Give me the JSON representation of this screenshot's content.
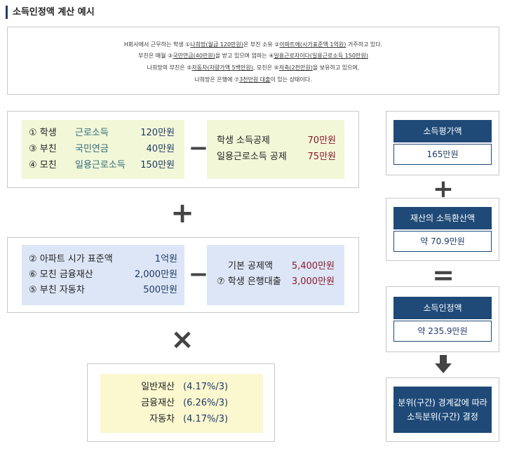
{
  "title": "소득인정액 계산 예시",
  "scenario": {
    "line1": {
      "a": "H회사에서 근무하는 학생 ①",
      "b": "나희망(월급 120만원)",
      "c": "은 부친 소유 ②",
      "d": "아파트에(시가표준액 1억원)",
      "e": " 거주하고 있다."
    },
    "line2": {
      "a": "부친은 매월 ③",
      "b": "국민연금(40만원)",
      "c": "을 받고 있으며 엄마는 ④",
      "d": "일용근로자이다(일용근로소득 150만원)",
      "e": ""
    },
    "line3": {
      "a": "나희망의 부친은 ⑤",
      "b": "자동차(차량가액 5백만원)",
      "c": ", 모친은 ⑥",
      "d": "저축(2천만원)",
      "e": "을 보유하고 있으며,"
    },
    "line4": {
      "a": "나희망은 은행에 ⑦",
      "b": "3천만원 대출",
      "c": "이 있는 상태이다."
    }
  },
  "income": {
    "rows": [
      {
        "who": "① 학생",
        "kind": "근로소득",
        "amount": "120만원"
      },
      {
        "who": "③ 부친",
        "kind": "국민연금",
        "amount": "40만원"
      },
      {
        "who": "④ 모친",
        "kind": "일용근로소득",
        "amount": "150만원"
      }
    ],
    "deductions": [
      {
        "label": "학생 소득공제",
        "amount": "70만원"
      },
      {
        "label": "일용근로소득 공제",
        "amount": "75만원"
      }
    ]
  },
  "property": {
    "rows": [
      {
        "label": "② 아파트 시가 표준액",
        "amount": "1억원"
      },
      {
        "label": "⑥ 모친 금융재산",
        "amount": "2,000만원"
      },
      {
        "label": "⑤ 부친 자동차",
        "amount": "500만원"
      }
    ],
    "deductions": [
      {
        "label": "기본 공제액",
        "amount": "5,400만원"
      },
      {
        "label": "⑦ 학생 은행대출",
        "amount": "3,000만원"
      }
    ]
  },
  "rates": [
    {
      "label": "일반재산",
      "rate": "(4.17%/3)"
    },
    {
      "label": "금융재산",
      "rate": "(6.26%/3)"
    },
    {
      "label": "자동차",
      "rate": "(4.17%/3)"
    }
  ],
  "ops": {
    "minus": "−",
    "plus": "+",
    "times": "×",
    "equals": "="
  },
  "results": {
    "eval_head": "소득평가액",
    "eval_value": "165만원",
    "conv_head": "재산의 소득환산액",
    "conv_value": "약 70.9만원",
    "total_head": "소득인정액",
    "total_value": "약 235.9만원",
    "final_line1": "분위(구간) 경계값에 따라",
    "final_line2": "소득분위(구간) 결정"
  },
  "colors": {
    "navy": "#1f4a78",
    "green_bg": "#f2f7d8",
    "blue_bg": "#dde6f6",
    "yellow_bg": "#fbf7cf"
  }
}
